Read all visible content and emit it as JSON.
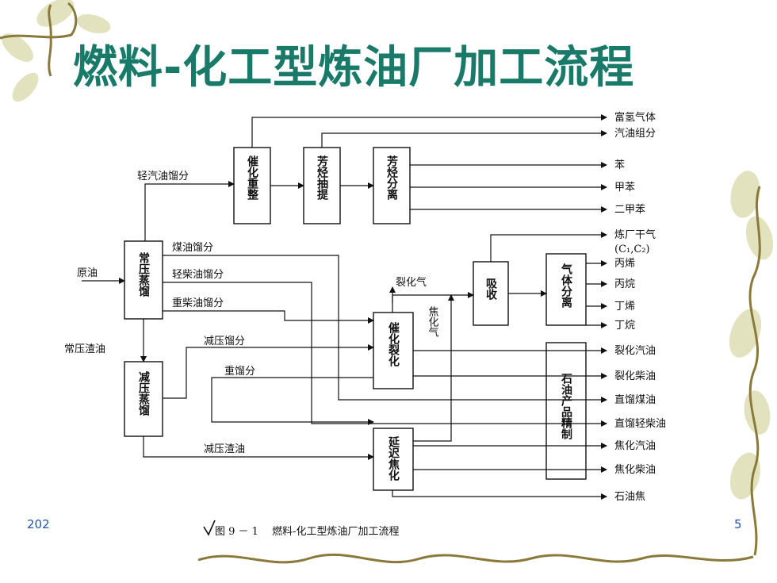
{
  "title": "燃料-化工型炼油厂加工流程",
  "footer": {
    "left": "202",
    "right": "5"
  },
  "caption": "图 9 － 1　 燃料-化工型炼油厂加工流程",
  "units": {
    "atm": "常压蒸馏",
    "vac": "减压蒸馏",
    "reform": "催化重整",
    "extract": "芳烃抽提",
    "separate": "芳烃分离",
    "fcc": "催化裂化",
    "coker": "延迟焦化",
    "absorb": "吸收",
    "gas_sep": "气体分离",
    "refine": "石油产品精制"
  },
  "streams": {
    "crude": "原油",
    "light_gasoline": "轻汽油馏分",
    "kerosene": "煤油馏分",
    "light_diesel": "轻柴油馏分",
    "heavy_diesel": "重柴油馏分",
    "atm_residue": "常压渣油",
    "vac_distillate": "减压馏分",
    "heavy_distillate": "重馏分",
    "vac_residue": "减压渣油",
    "cracked_gas": "裂化气",
    "coker_gas": "焦化气"
  },
  "products": [
    "富氢气体",
    "汽油组分",
    "苯",
    "甲苯",
    "二甲苯",
    "炼厂干气",
    "(C₁,C₂)",
    "丙烯",
    "丙烷",
    "丁烯",
    "丁烷",
    "裂化汽油",
    "裂化柴油",
    "直馏煤油",
    "直馏轻柴油",
    "焦化汽油",
    "焦化柴油",
    "石油焦"
  ],
  "colors": {
    "title": "#1a7a6a",
    "footer": "#2255aa",
    "vine": "#8a7a3a",
    "leaf": "#c8c890"
  }
}
